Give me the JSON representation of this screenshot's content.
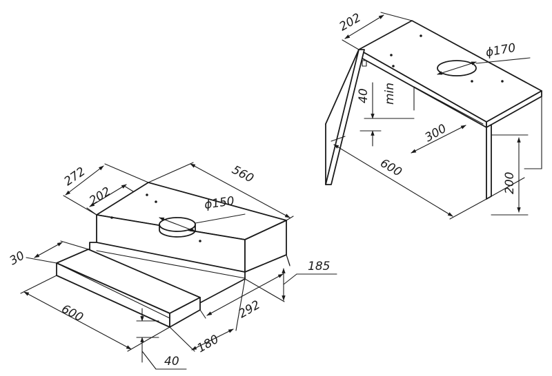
{
  "hood_telescopic": {
    "dim_depth_total": "272",
    "dim_depth_body": "202",
    "dim_width_body": "560",
    "dim_duct": "ϕ150",
    "dim_visor_thickness": "30",
    "dim_width_total": "600",
    "dim_height": "185",
    "dim_depth_extended": "292",
    "dim_visor_offset": "180",
    "dim_visor_height": "40"
  },
  "cabinet": {
    "dim_depth": "202",
    "dim_duct": "ϕ170",
    "dim_min_gap_value": "40",
    "dim_min_gap_label": "min",
    "dim_depth_inner": "300",
    "dim_width": "600",
    "dim_height": "200"
  },
  "colors": {
    "line": "#1a1a1a",
    "background": "#ffffff"
  }
}
